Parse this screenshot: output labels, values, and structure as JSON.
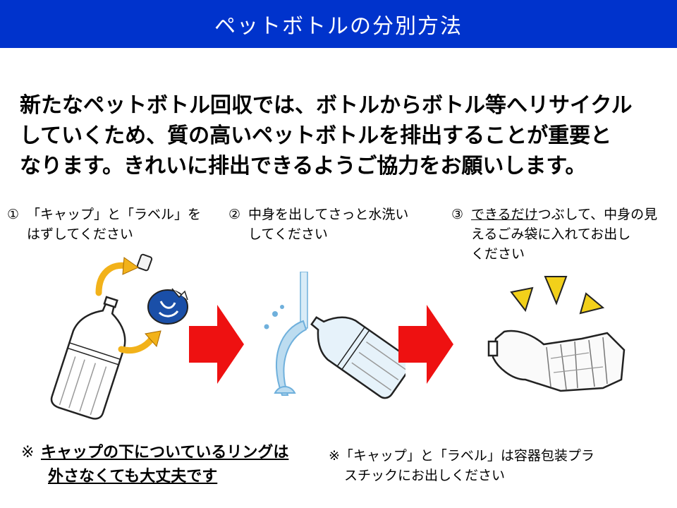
{
  "title": "ペットボトルの分別方法",
  "intro": [
    "新たなペットボトル回収では、ボトルからボトル等へリサイクル",
    "していくため、質の高いペットボトルを排出することが重要と",
    "なります。きれいに排出できるようご協力をお願いします。"
  ],
  "steps": [
    {
      "num": "①",
      "line1": "「キャップ」と「ラベル」を",
      "line2": "はずしてください"
    },
    {
      "num": "②",
      "line1": "中身を出してさっと水洗い",
      "line2": "してください"
    },
    {
      "num": "③",
      "underlined": "できるだけ",
      "line1_rest": "つぶして、中身の見",
      "line2": "えるごみ袋に入れてお出し",
      "line3": "ください"
    }
  ],
  "note_left": {
    "mark": "※",
    "line1": "キャップの下についているリングは",
    "line2": "外さなくても大丈夫です"
  },
  "note_right": {
    "line1": "※「キャップ」と「ラベル」は容器包装プラ",
    "line2": "スチックにお出しください"
  },
  "colors": {
    "title_bg": "#0033cc",
    "arrow": "#ee1111",
    "curve_arrow": "#f2b21a",
    "burst": "#f2d01a",
    "label_blue": "#1a4fa8",
    "water": "#6fb0dc"
  },
  "icons": [
    "bottle-with-cap-removed",
    "label-removal-icon",
    "red-arrow-icon",
    "water-rinse-bottle",
    "crushed-bottle",
    "burst-icon"
  ]
}
